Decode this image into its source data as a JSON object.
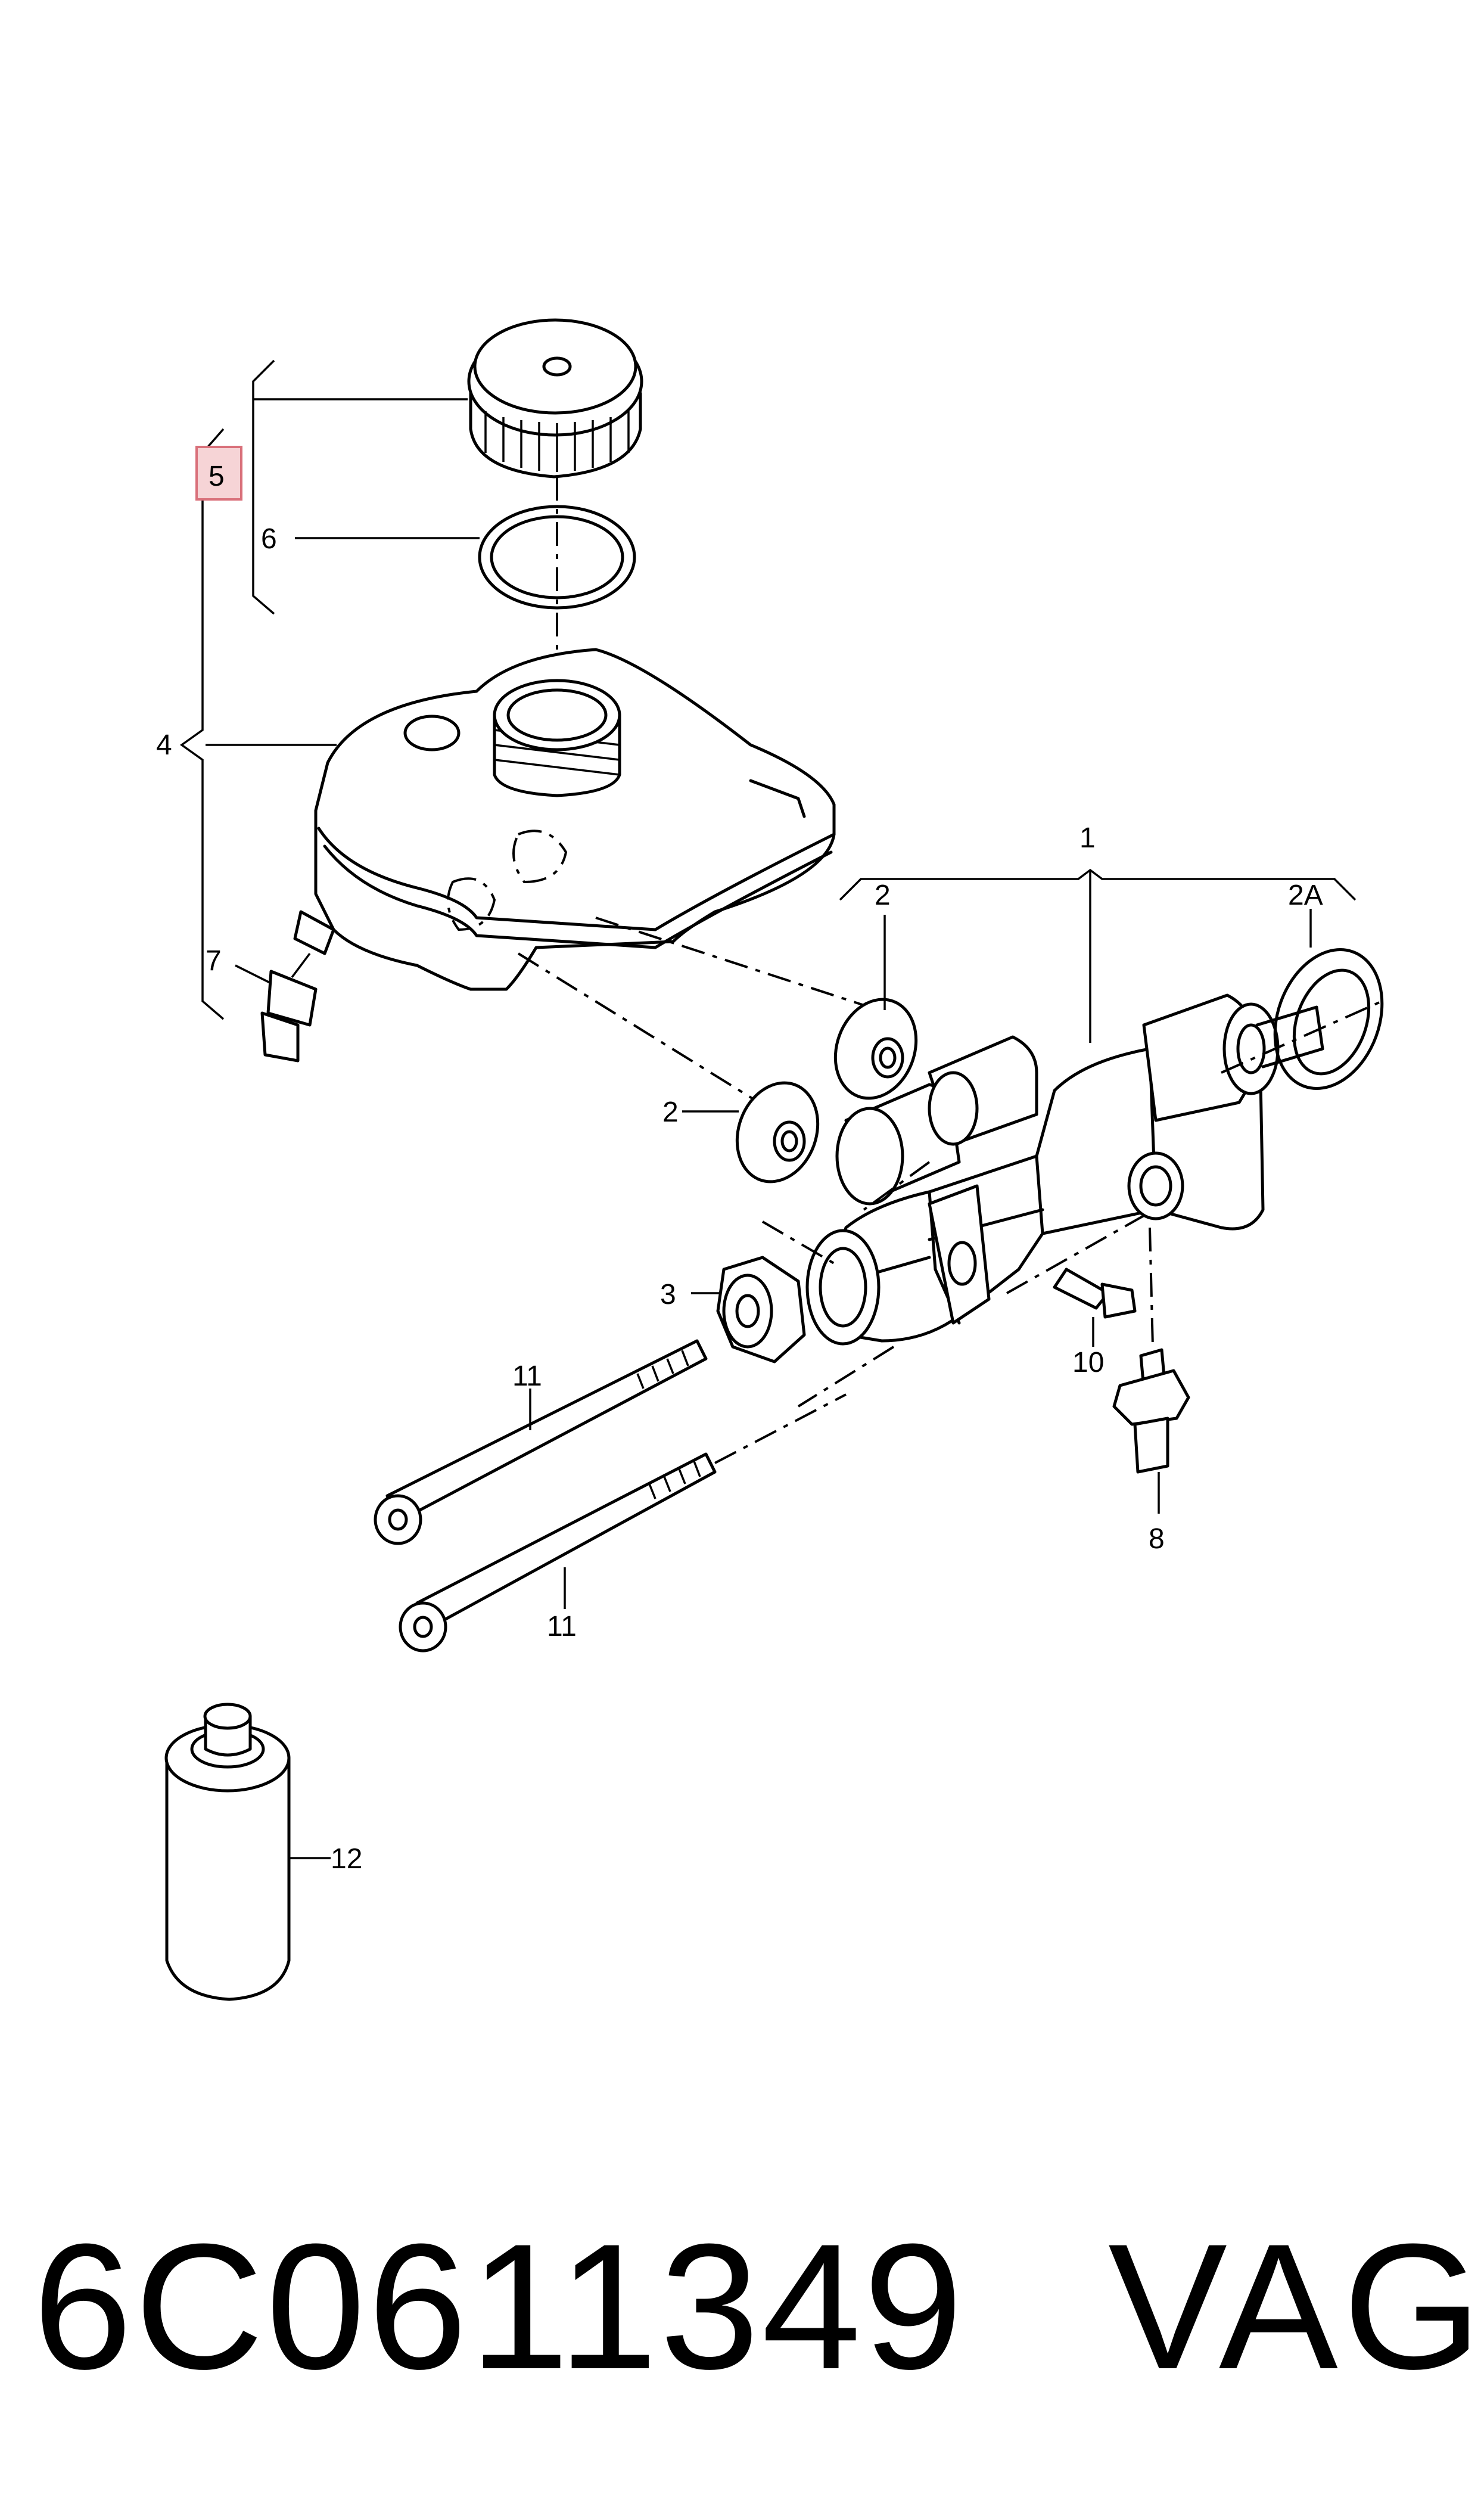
{
  "callouts": {
    "c1": "1",
    "c2a": "2",
    "c2b": "2",
    "c2A": "2A",
    "c3": "3",
    "c4": "4",
    "c5": "5",
    "c6": "6",
    "c7": "7",
    "c8": "8",
    "c10": "10",
    "c11a": "11",
    "c11b": "11",
    "c12": "12"
  },
  "footer": {
    "part_number": "6C0611349",
    "brand": "VAG"
  },
  "colors": {
    "line": "#000000",
    "highlight_fill": "#f6d4d6",
    "highlight_stroke": "#d9707a"
  }
}
